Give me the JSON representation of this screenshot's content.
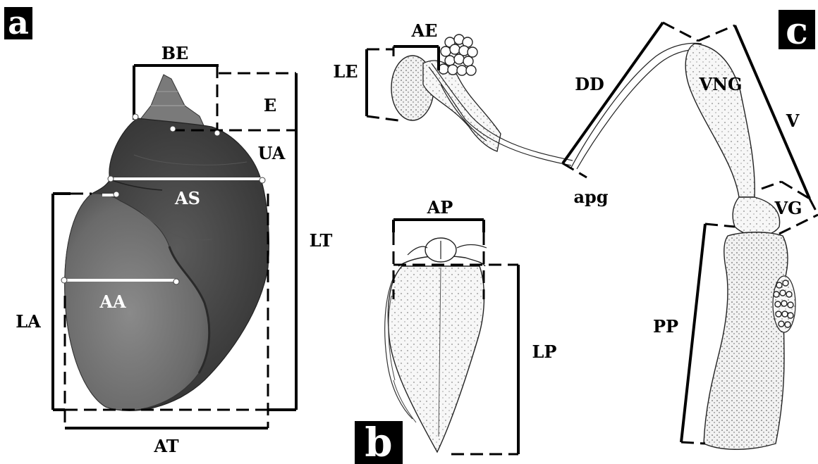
{
  "panels": {
    "a": "a",
    "b": "b",
    "c": "c"
  },
  "shell_labels": {
    "BE": "BE",
    "E": "E",
    "UA": "UA",
    "AS": "AS",
    "LT": "LT",
    "LA": "LA",
    "AA": "AA",
    "AT": "AT"
  },
  "operculum_labels": {
    "AP": "AP",
    "LP": "LP"
  },
  "genitalia_labels": {
    "AE": "AE",
    "LE": "LE",
    "DD": "DD",
    "apg": "apg",
    "VNG": "VNG",
    "V": "V",
    "VG": "VG",
    "PP": "PP"
  },
  "colors": {
    "shell_dark": "#3a3a3a",
    "shell_mid": "#6b6b6b",
    "shell_light": "#9a9a9a",
    "ink": "#000000"
  }
}
